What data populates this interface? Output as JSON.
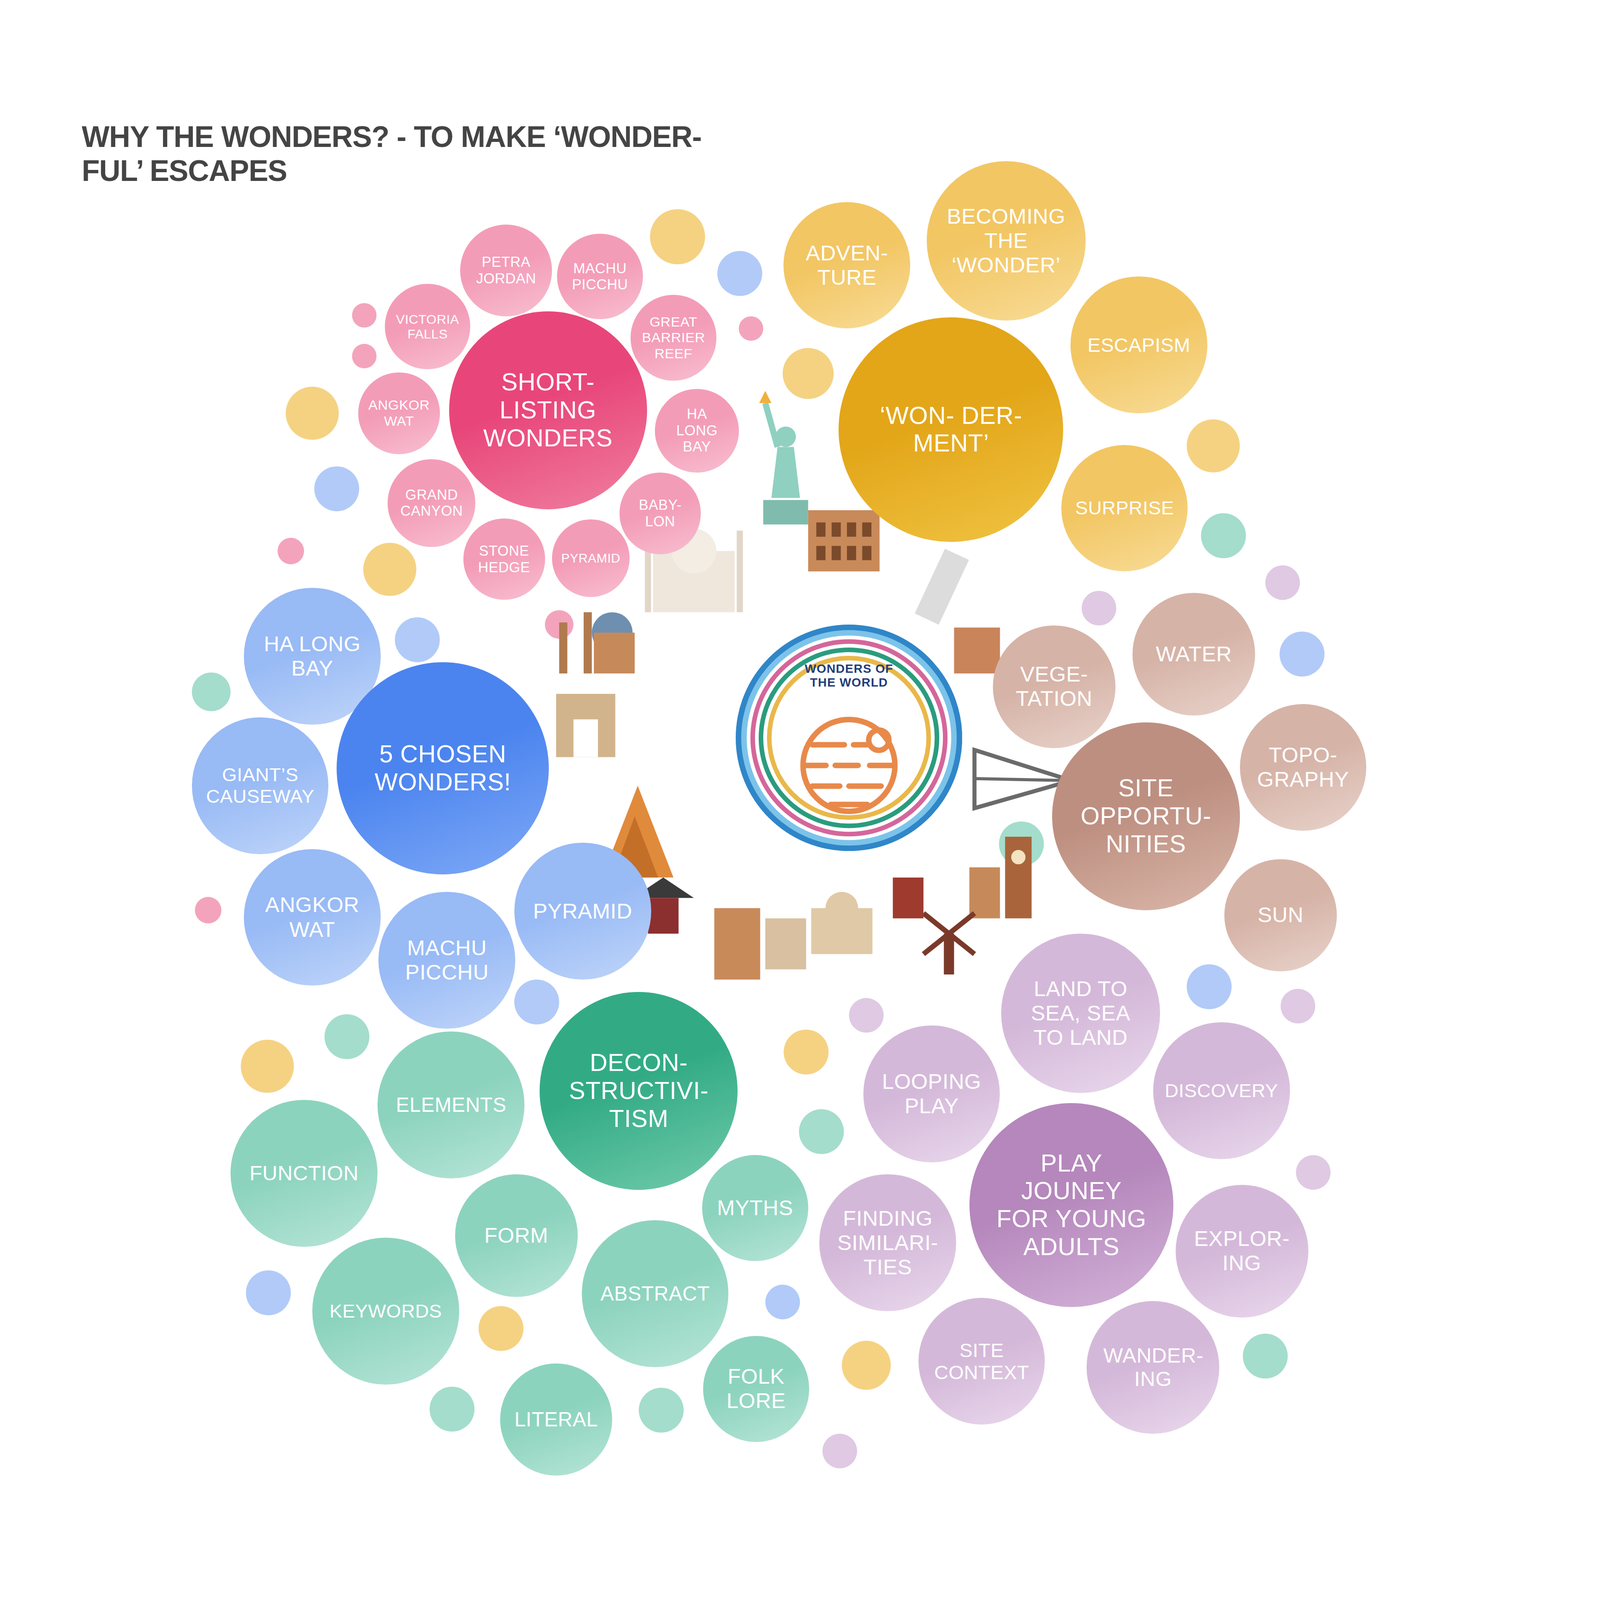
{
  "diagram": {
    "title": "WHY THE WONDERS? - TO MAKE ‘WONDER-FUL’ ESCAPES",
    "nodes": [
      {
        "text": [
          "SHORT- LISTING WONDERS"
        ]
      },
      {
        "text": [
          "PETRA JORDAN"
        ]
      },
      {
        "text": [
          "MACHU PICCHU"
        ]
      },
      {
        "text": [
          "VICTORIA FALLS"
        ]
      },
      {
        "text": [
          "GREAT BARRIER REEF"
        ]
      },
      {
        "text": [
          "ANGKOR WAT"
        ]
      },
      {
        "text": [
          "HA LONG BAY"
        ]
      },
      {
        "text": [
          "GRAND CANYON"
        ]
      },
      {
        "text": [
          "BABY- LON"
        ]
      },
      {
        "text": [
          "STONE HEDGE"
        ]
      },
      {
        "text": [
          "PYRAMID"
        ]
      },
      {
        "text": [
          "ADVEN- TURE"
        ]
      },
      {
        "text": [
          "BECOMING THE ‘WONDER’"
        ]
      },
      {
        "text": [
          "‘WON- DER-MENT’"
        ]
      },
      {
        "text": [
          "ESCAPISM"
        ]
      },
      {
        "text": [
          "SURPRISE"
        ]
      },
      {
        "text": [
          "WONDERS OF THE WORLD"
        ]
      },
      {
        "text": [
          "VEGE- TATION"
        ]
      },
      {
        "text": [
          "WATER"
        ]
      },
      {
        "text": [
          "TOPO- GRAPHY"
        ]
      },
      {
        "text": [
          "SITE OPPORTU- NITIES"
        ]
      },
      {
        "text": [
          "SUN"
        ]
      },
      {
        "text": [
          "HA LONG BAY"
        ]
      },
      {
        "text": [
          "5 CHOSEN WONDERS!"
        ]
      },
      {
        "text": [
          "GIANT’S CAUSEWAY"
        ]
      },
      {
        "text": [
          "ANGKOR WAT"
        ]
      },
      {
        "text": [
          "PYRAMID"
        ]
      },
      {
        "text": [
          "MACHU PICCHU"
        ]
      },
      {
        "text": [
          "LAND TO SEA, SEA TO LAND"
        ]
      },
      {
        "text": [
          "LOOPING PLAY"
        ]
      },
      {
        "text": [
          "DISCOVERY"
        ]
      },
      {
        "text": [
          "PLAY JOUNEY FOR YOUNG ADULTS"
        ]
      },
      {
        "text": [
          "FINDING SIMILARI- TIES"
        ]
      },
      {
        "text": [
          "EXPLOR- ING"
        ]
      },
      {
        "text": [
          "SITE CONTEXT"
        ]
      },
      {
        "text": [
          "WANDER- ING"
        ]
      },
      {
        "text": [
          "DECON- STRUCTIVI- TISM"
        ]
      },
      {
        "text": [
          "ELEMENTS"
        ]
      },
      {
        "text": [
          "FUNCTION"
        ]
      },
      {
        "text": [
          "FORM"
        ]
      },
      {
        "text": [
          "MYTHS"
        ]
      },
      {
        "text": [
          "KEYWORDS"
        ]
      },
      {
        "text": [
          "ABSTRACT"
        ]
      },
      {
        "text": [
          "LITERAL"
        ]
      },
      {
        "text": [
          "FOLK LORE"
        ]
      }
    ]
  }
}
